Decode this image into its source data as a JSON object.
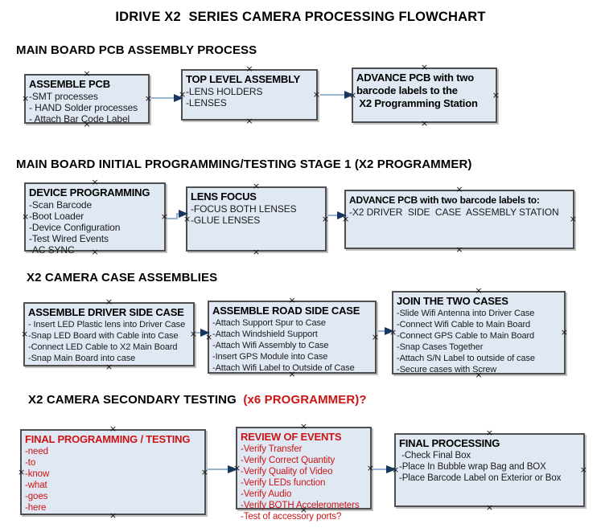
{
  "title": "IDRIVE X2  SERIES CAMERA PROCESSING FLOWCHART",
  "colors": {
    "box_fill": "#dfe8f3",
    "box_border": "#4f4f4f",
    "arrow_line": "#95b3d7",
    "arrow_head": "#17375e",
    "red_text": "#cc1414"
  },
  "sections": [
    {
      "header": "MAIN BOARD PCB ASSEMBLY PROCESS",
      "boxes": [
        {
          "title": "ASSEMBLE PCB",
          "items": [
            "-SMT processes",
            "- HAND Solder processes",
            "- Attach Bar Code Label"
          ]
        },
        {
          "title": "TOP LEVEL ASSEMBLY",
          "items": [
            "-LENS HOLDERS",
            "-LENSES"
          ]
        },
        {
          "title": "ADVANCE PCB with two\nbarcode labels to the\n X2 Programming Station",
          "items": []
        }
      ]
    },
    {
      "header": "MAIN BOARD INITIAL PROGRAMMING/TESTING STAGE 1 (X2 PROGRAMMER)",
      "boxes": [
        {
          "title": "DEVICE PROGRAMMING",
          "items": [
            "-Scan Barcode",
            "-Boot Loader",
            "-Device Configuration",
            "-Test Wired Events",
            "-AC SYNC"
          ]
        },
        {
          "title": "LENS FOCUS",
          "items": [
            "-FOCUS BOTH LENSES",
            "-GLUE LENSES"
          ]
        },
        {
          "title": "ADVANCE PCB with two barcode labels to:",
          "items": [
            "-X2 DRIVER  SIDE  CASE  ASSEMBLY STATION"
          ]
        }
      ]
    },
    {
      "header": "X2 CAMERA CASE ASSEMBLIES",
      "boxes": [
        {
          "title": "ASSEMBLE DRIVER SIDE CASE",
          "items": [
            "- Insert LED Plastic lens into Driver Case",
            "-Snap LED Board with Cable into Case",
            "-Connect LED Cable to X2 Main Board",
            "-Snap Main Board into case"
          ]
        },
        {
          "title": "ASSEMBLE ROAD SIDE CASE",
          "items": [
            "-Attach Support Spur to Case",
            "-Attach Windshield Support",
            "-Attach Wifi Assembly to Case",
            "-Insert GPS Module into Case",
            "-Attach Wifi Label to Outside of Case"
          ]
        },
        {
          "title": "JOIN THE TWO CASES",
          "items": [
            "-Slide Wifi Antenna into Driver Case",
            "-Connect Wifi Cable to Main Board",
            "-Connect GPS Cable to Main Board",
            "-Snap Cases Together",
            "-Attach S/N Label to outside of case",
            "-Secure cases with Screw"
          ]
        }
      ]
    },
    {
      "header": "X2 CAMERA SECONDARY TESTING  ",
      "header_highlight": "(x6 PROGRAMMER)?",
      "boxes": [
        {
          "title": "FINAL PROGRAMMING / TESTING",
          "items": [
            "-need",
            "-to",
            "-know",
            "-what",
            "-goes",
            "-here"
          ]
        },
        {
          "title": "REVIEW OF EVENTS",
          "items": [
            "-Verify Transfer",
            "-Verify Correct Quantity",
            "-Verify Quality of Video",
            "-Verify LEDs function",
            "-Verify Audio",
            "-Verify BOTH Accelerometers",
            "-Test of accessory ports?"
          ]
        },
        {
          "title": "FINAL PROCESSING",
          "items": [
            " -Check Final Box",
            "-Place In Bubble wrap Bag and BOX",
            "-Place Barcode Label on Exterior or Box"
          ]
        }
      ]
    }
  ]
}
